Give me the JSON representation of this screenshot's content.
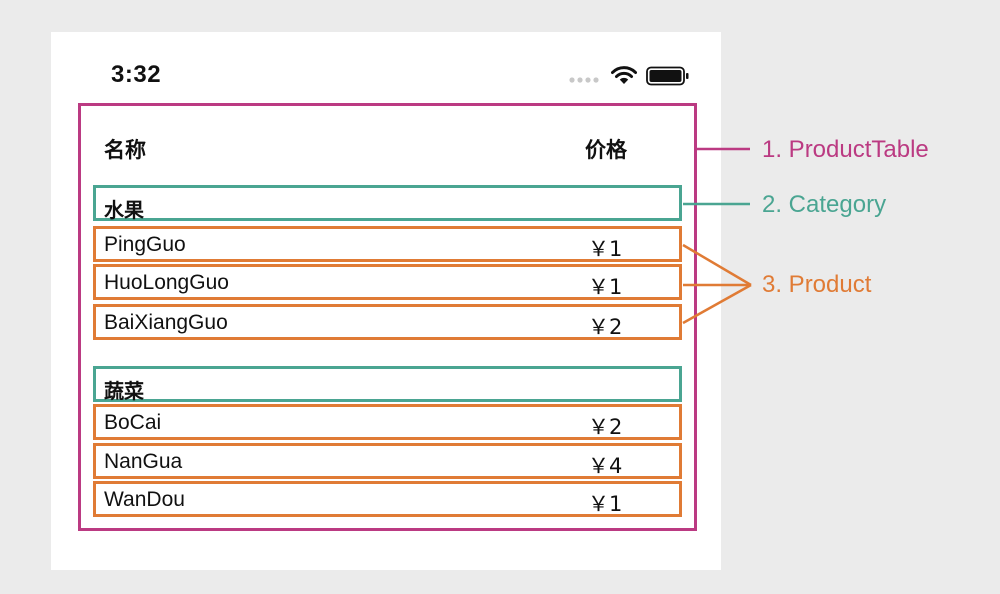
{
  "status_bar": {
    "time": "3:32",
    "icons": [
      "signal-dots-icon",
      "wifi-icon",
      "battery-icon"
    ]
  },
  "table": {
    "columns": {
      "name": "名称",
      "price": "价格"
    },
    "categories": [
      {
        "label": "水果",
        "products": [
          {
            "name": "PingGuo",
            "price": "￥1"
          },
          {
            "name": "HuoLongGuo",
            "price": "￥1"
          },
          {
            "name": "BaiXiangGuo",
            "price": "￥2"
          }
        ]
      },
      {
        "label": "蔬菜",
        "products": [
          {
            "name": "BoCai",
            "price": "￥2"
          },
          {
            "name": "NanGua",
            "price": "￥4"
          },
          {
            "name": "WanDou",
            "price": "￥1"
          }
        ]
      }
    ]
  },
  "callouts": {
    "product_table": "1. ProductTable",
    "category": "2. Category",
    "product": "3. Product"
  },
  "colors": {
    "product_table": "#bb3a82",
    "category": "#4aa592",
    "product": "#e07b35"
  }
}
